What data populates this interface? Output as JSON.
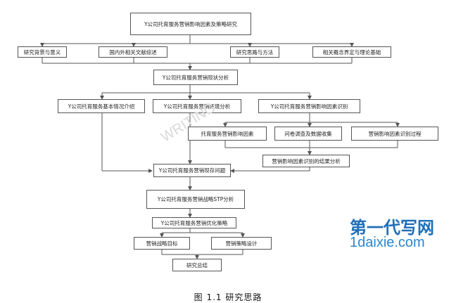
{
  "nodes": {
    "top": "Y公司托育服务营销影响因素及策略研究",
    "background": "研究背景与意义",
    "literature": "国内外相关文献综述",
    "method": "研究思路与方法",
    "theory": "相关概念界定与理论基础",
    "status": "Y公司托育服务营销现状分析",
    "intro": "Y公司托育服务基本情况介绍",
    "environment": "Y公司托育服务营销环境分析",
    "factor_id": "Y公司托育服务营销影响因素识别",
    "factors": "托育服务营销影响因素",
    "survey": "问卷调查及数据收集",
    "process": "营销影响因素识别过程",
    "result": "营销影响因素识别的结果分析",
    "problems": "Y公司托育服务营销现存问题",
    "stp": "Y公司托育服务营销战略STP分析",
    "optimize": "Y公司托育服务营销优化策略",
    "goal": "营销战略目标",
    "design": "营销策略设计",
    "summary": "研究总结"
  },
  "caption": "图 1.1  研究思路",
  "watermark": {
    "logo_cn": "第一代写网",
    "logo_en": "1daixie.com",
    "diagonal": "WRITING"
  },
  "colors": {
    "logo": "#1f6fb8",
    "line": "#555555"
  }
}
